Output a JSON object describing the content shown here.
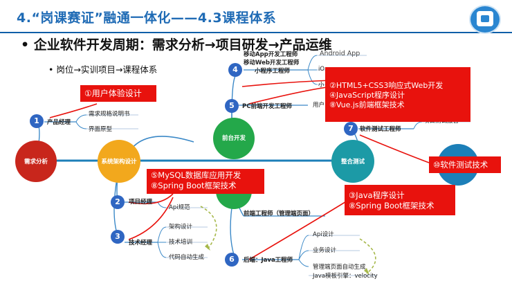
{
  "header": {
    "title": "4.“岗课赛证”融通一体化——4.3课程体系",
    "headline": "• 企业软件开发周期：需求分析→项目研发→产品运维",
    "sub": "• 岗位→实训项目→课程体系"
  },
  "nodes": {
    "demand": "需求分析",
    "arch": "系统架构设计",
    "frontend": "前台开发",
    "test": "整合测试"
  },
  "roles": {
    "r1": {
      "num": "1",
      "name": "产品经理"
    },
    "r2": {
      "num": "2",
      "name": "项目经理"
    },
    "r3": {
      "num": "3",
      "name": "技术经理"
    },
    "r4": {
      "num": "4",
      "name_lines": [
        "移动App开发工程师",
        "移动Web开发工程师",
        "小程序工程师"
      ]
    },
    "r5": {
      "num": "5",
      "name": "PC前端开发工程师"
    },
    "r6": {
      "num": "6",
      "name": "后端：Java工程师"
    },
    "r7": {
      "num": "7",
      "name": "软件测试工程师"
    },
    "backend_admin": "前端工程师（管理端页面）"
  },
  "leaves": {
    "pm": [
      "需求规格说明书",
      "界面原型"
    ],
    "proj": [
      "Api规范"
    ],
    "tech": [
      "架构设计",
      "技术培训",
      "代码自动生成"
    ],
    "mobile": [
      "Android App",
      "iO",
      "小"
    ],
    "pc": [
      "用户"
    ],
    "java": [
      "Api设计",
      "业务设计",
      "管理端页面自动生成",
      "Java模板引擎：velocity"
    ],
    "test": [
      "项目测试报告"
    ]
  },
  "callouts": {
    "c1": [
      "①用户体验设计"
    ],
    "c2": [
      "②HTML5+CSS3响应式Web开发",
      "④JavaScript程序设计",
      "⑧Vue.js前端框架技术"
    ],
    "c3": [
      "⑤MySQL数据库应用开发",
      "⑧Spring Boot框架技术"
    ],
    "c4": [
      "③Java程序设计",
      "⑧Spring Boot框架技术"
    ],
    "c5": [
      "⑩软件测试技术"
    ]
  },
  "colors": {
    "title": "#1f6bb5",
    "red": "#e8120d",
    "num": "#2f66c2",
    "demand": "#c8261c",
    "arch": "#f2a81d",
    "green": "#24a84a",
    "test": "#1c9aa6"
  }
}
